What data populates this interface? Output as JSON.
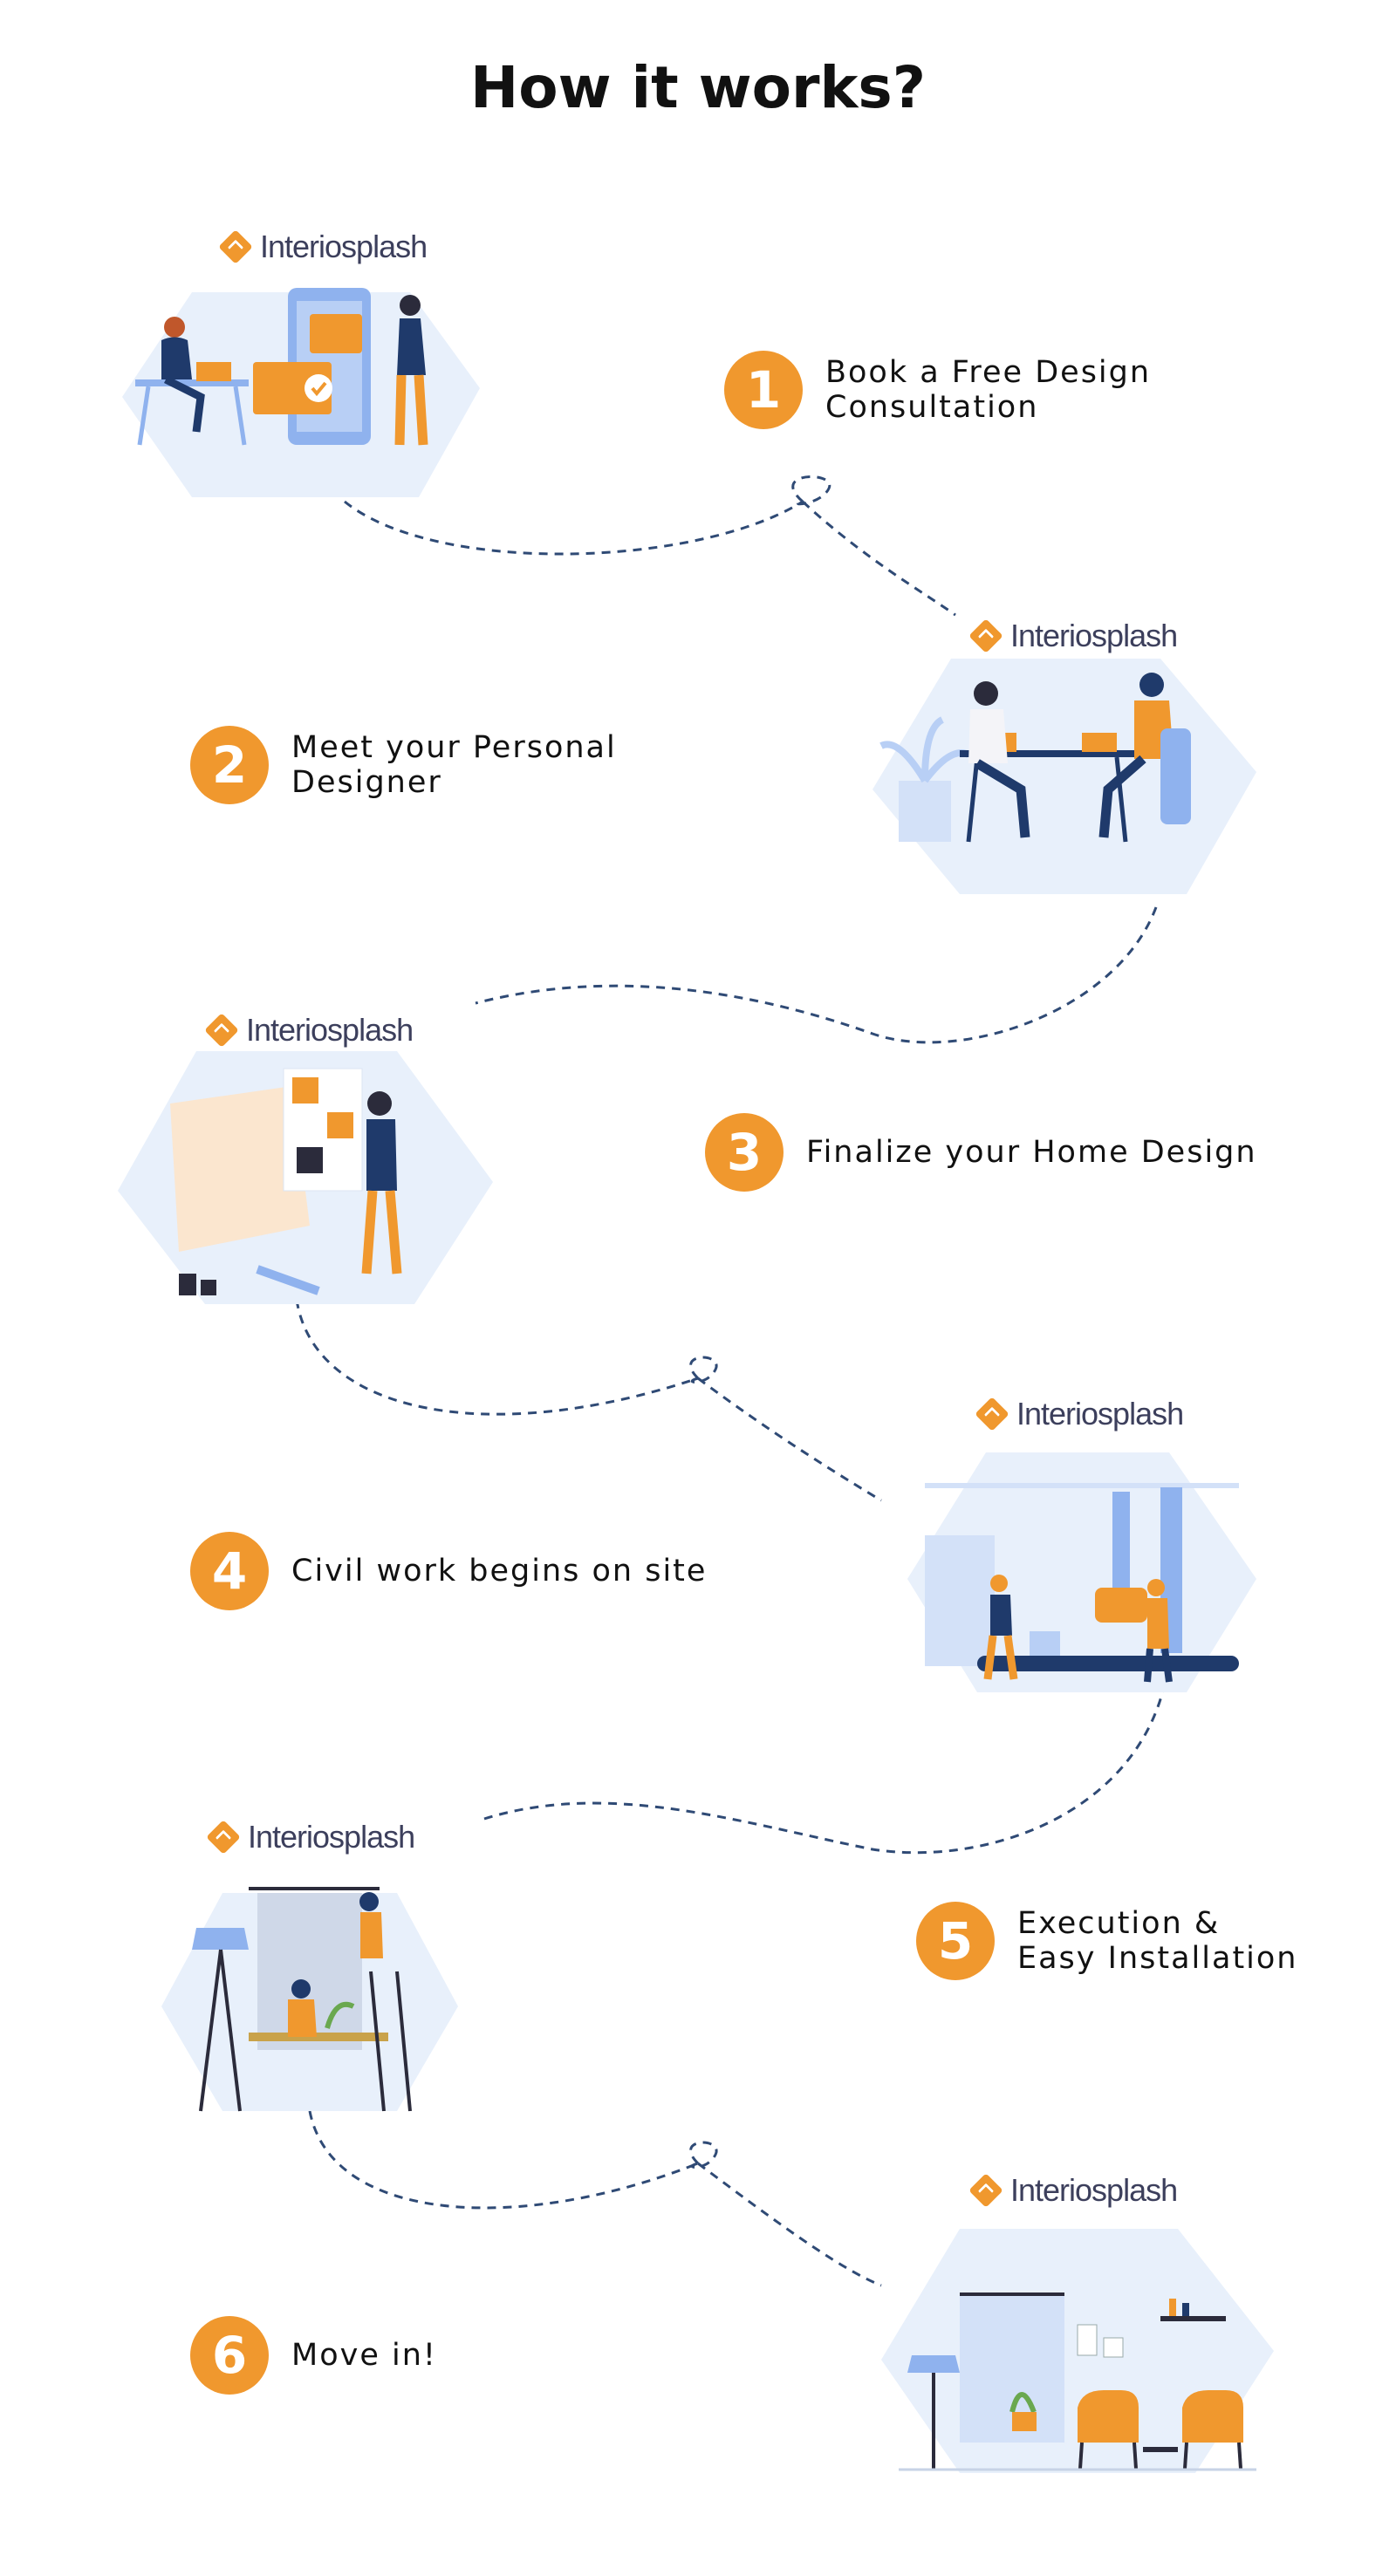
{
  "page": {
    "title": "How it works?"
  },
  "brand": {
    "name": "Interiosplash",
    "color": "#f0982e"
  },
  "colors": {
    "accent": "#f0982e",
    "path": "#2f4a75",
    "illustration_bg": "#e8f0fb",
    "figure_blue": "#1f3a6b",
    "figure_light": "#8fb2ee"
  },
  "steps": [
    {
      "number": "1",
      "lines": [
        "Book a Free Design",
        "Consultation"
      ],
      "illustration": "laptop-phone-consultation-illustration"
    },
    {
      "number": "2",
      "lines": [
        "Meet your Personal",
        "Designer"
      ],
      "illustration": "designer-meeting-illustration"
    },
    {
      "number": "3",
      "lines": [
        "Finalize your Home Design"
      ],
      "illustration": "design-board-illustration"
    },
    {
      "number": "4",
      "lines": [
        "Civil work begins on site"
      ],
      "illustration": "factory-workers-illustration"
    },
    {
      "number": "5",
      "lines": [
        "Execution &",
        "Easy Installation"
      ],
      "illustration": "installation-workers-illustration"
    },
    {
      "number": "6",
      "lines": [
        "Move in!"
      ],
      "illustration": "living-room-illustration"
    }
  ]
}
